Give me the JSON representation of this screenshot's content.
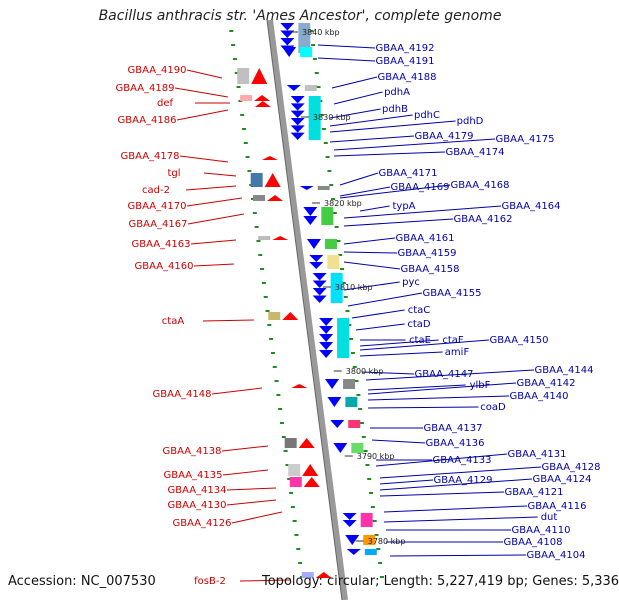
{
  "title": "Bacillus anthracis str. 'Ames Ancestor', complete genome",
  "accession": "Accession: NC_007530",
  "summary": "Topology: circular; Length: 5,227,419 bp; Genes: 5,336",
  "colors": {
    "forward_label": "#cc0000",
    "reverse_label": "#0000aa",
    "forward_gene": "#ff0000",
    "reverse_gene": "#0000ff",
    "backbone": "#999999",
    "marker": "#228b22"
  },
  "ruler_labels": [
    "3840 kbp",
    "3830 kbp",
    "3820 kbp",
    "3810 kbp",
    "3800 kbp",
    "3790 kbp",
    "3780 kbp"
  ],
  "left_labels": [
    "GBAA_4190",
    "GBAA_4189",
    "def",
    "GBAA_4186",
    "GBAA_4178",
    "tgl",
    "cad-2",
    "GBAA_4170",
    "GBAA_4167",
    "GBAA_4163",
    "GBAA_4160",
    "ctaA",
    "GBAA_4148",
    "GBAA_4138",
    "GBAA_4135",
    "GBAA_4134",
    "GBAA_4130",
    "GBAA_4126",
    "fosB-2"
  ],
  "right_labels": [
    "GBAA_4192",
    "GBAA_4191",
    "GBAA_4188",
    "pdhA",
    "pdhB",
    "pdhC",
    "pdhD",
    "GBAA_4179",
    "GBAA_4175",
    "GBAA_4174",
    "GBAA_4171",
    "GBAA_4169",
    "GBAA_4168",
    "typA",
    "GBAA_4164",
    "GBAA_4162",
    "GBAA_4161",
    "GBAA_4159",
    "GBAA_4158",
    "pyc",
    "GBAA_4155",
    "ctaC",
    "ctaD",
    "ctaE",
    "ctaF",
    "GBAA_4150",
    "amiF",
    "GBAA_4147",
    "GBAA_4144",
    "ylbF",
    "GBAA_4142",
    "GBAA_4140",
    "coaD",
    "GBAA_4137",
    "GBAA_4136",
    "GBAA_4133",
    "GBAA_4131",
    "GBAA_4128",
    "GBAA_4129",
    "GBAA_4124",
    "GBAA_4121",
    "GBAA_4116",
    "dut",
    "GBAA_4110",
    "GBAA_4108",
    "GBAA_4104"
  ]
}
